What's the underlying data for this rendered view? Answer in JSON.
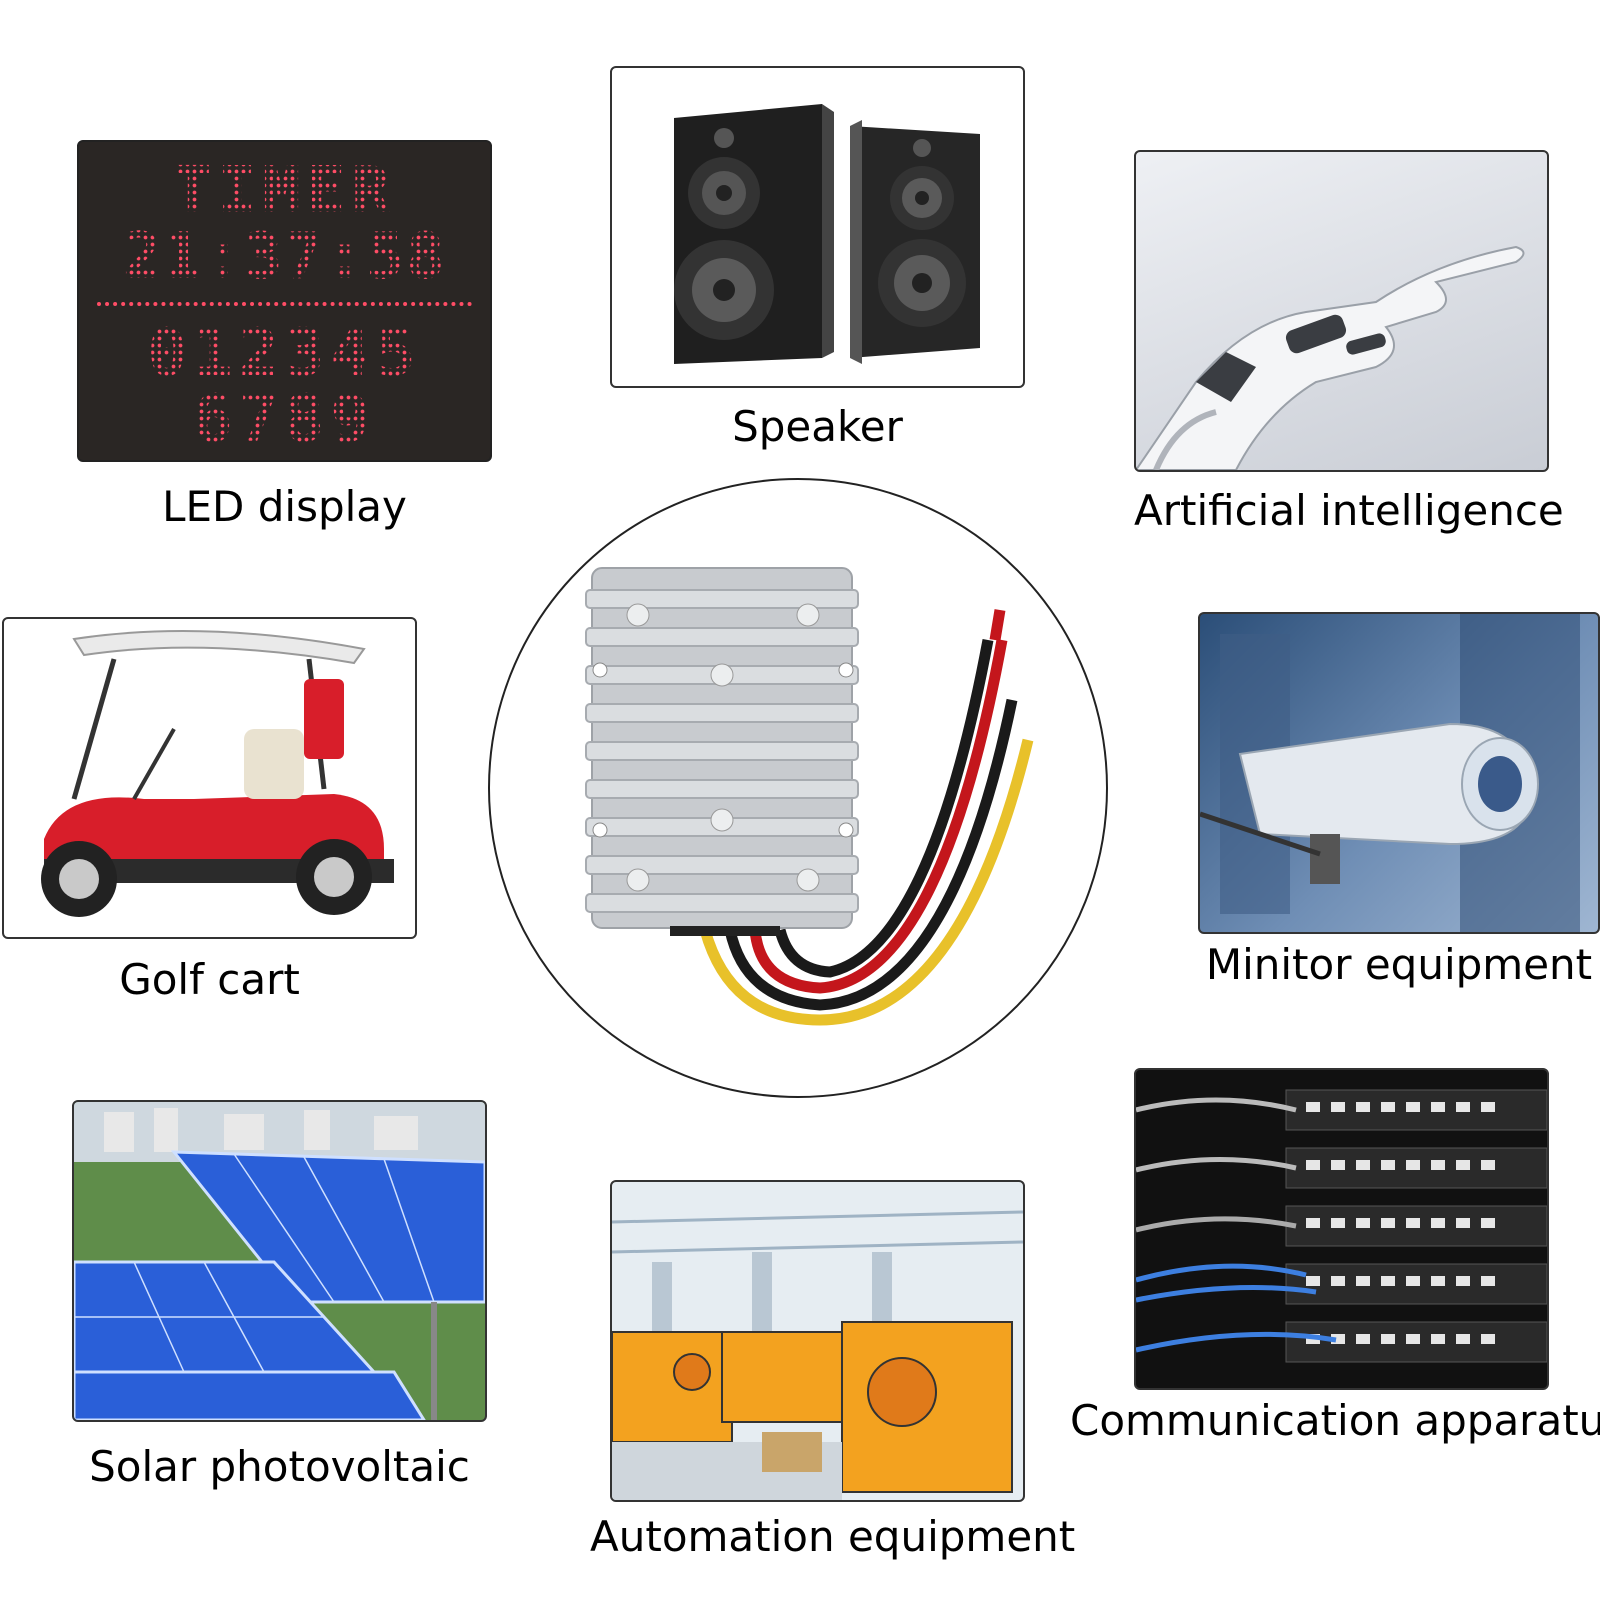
{
  "tiles": {
    "led_display": {
      "caption": "LED display",
      "screen_lines": [
        "TIMER",
        "21:37:58",
        "012345",
        "6789"
      ]
    },
    "speaker": {
      "caption": "Speaker"
    },
    "artificial_intelligence": {
      "caption": "Artificial intelligence"
    },
    "golf_cart": {
      "caption": "Golf cart"
    },
    "monitor_equipment": {
      "caption": "Minitor equipment"
    },
    "solar_photovoltaic": {
      "caption": "Solar photovoltaic"
    },
    "automation_equipment": {
      "caption": "Automation equipment"
    },
    "communication_apparatus": {
      "caption": "Communication apparatus"
    }
  },
  "product": {
    "wire_colors": [
      "#e8c12a",
      "#1a1a1a",
      "#c4161c",
      "#1a1a1a",
      "#c4161c",
      "#e8c12a"
    ]
  },
  "colors": {
    "led_background": "#2a2624",
    "led_text": "#e0485c",
    "cart_body": "#d81e2a",
    "solar_panel": "#2a5fd8",
    "factory_orange": "#f3a21f",
    "rack_background": "#111111"
  }
}
